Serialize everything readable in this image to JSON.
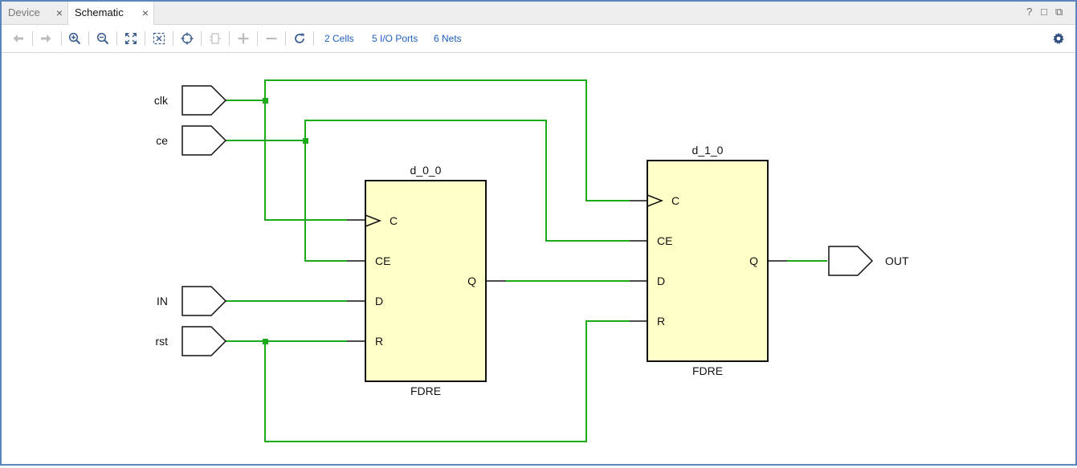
{
  "tabs": [
    {
      "label": "Device",
      "active": false
    },
    {
      "label": "Schematic",
      "active": true
    }
  ],
  "window_controls": {
    "help": "?",
    "restore": "□",
    "float": "⧉"
  },
  "toolbar": {
    "cells_link": "2 Cells",
    "ports_link": "5 I/O Ports",
    "nets_link": "6 Nets"
  },
  "colors": {
    "wire": "#1aaa1a",
    "cell_fill": "#ffffc8",
    "link": "#1f5fbf"
  },
  "schematic": {
    "inputs": {
      "clk": "clk",
      "ce": "ce",
      "in": "IN",
      "rst": "rst"
    },
    "output": "OUT",
    "cells": [
      {
        "instance": "d_0_0",
        "type": "FDRE",
        "pins": {
          "c": "C",
          "ce": "CE",
          "d": "D",
          "r": "R",
          "q": "Q"
        }
      },
      {
        "instance": "d_1_0",
        "type": "FDRE",
        "pins": {
          "c": "C",
          "ce": "CE",
          "d": "D",
          "r": "R",
          "q": "Q"
        }
      }
    ]
  }
}
